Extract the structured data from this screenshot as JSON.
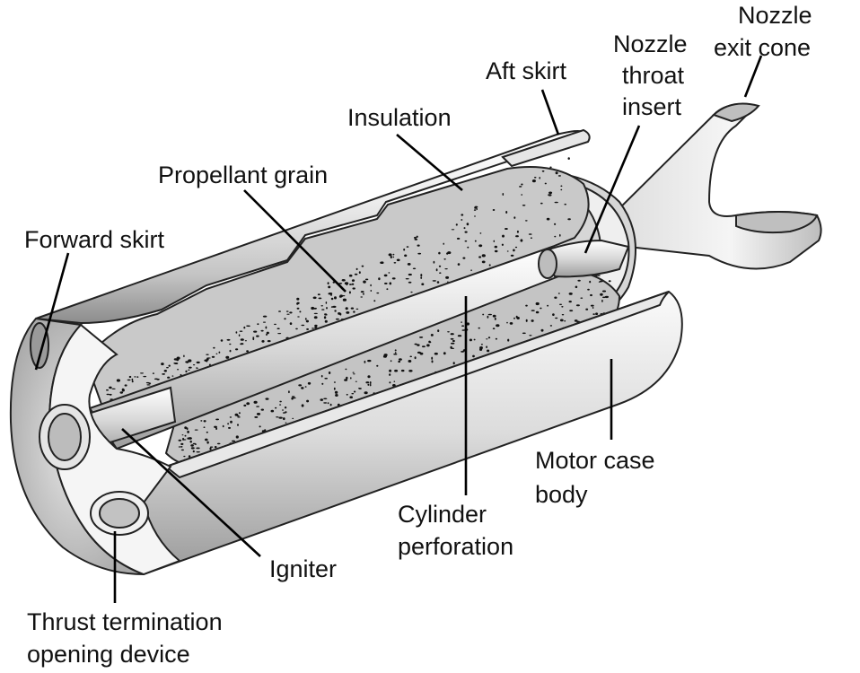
{
  "labels": {
    "nozzle_exit_cone": [
      "Nozzle",
      "exit cone"
    ],
    "nozzle_throat_insert": [
      "Nozzle",
      "throat",
      "insert"
    ],
    "aft_skirt": "Aft skirt",
    "insulation": "Insulation",
    "propellant_grain": "Propellant grain",
    "forward_skirt": "Forward skirt",
    "motor_case_body": [
      "Motor case",
      "body"
    ],
    "cylinder_perforation": [
      "Cylinder",
      "perforation"
    ],
    "igniter": "Igniter",
    "thrust_termination": [
      "Thrust termination",
      "opening device"
    ]
  },
  "colors": {
    "case_light": "#f2f2f2",
    "case_mid": "#cfcfcf",
    "case_dark": "#8f8f8f",
    "propellant": "#c8c8c8",
    "speckle": "#111111",
    "line": "#000000"
  }
}
